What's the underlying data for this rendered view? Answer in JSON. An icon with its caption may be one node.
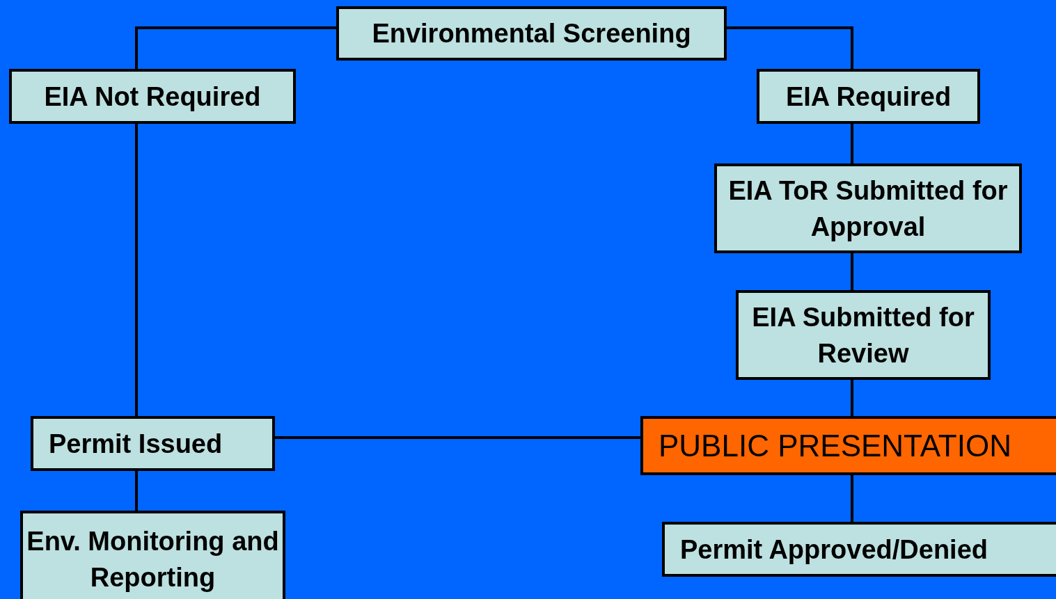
{
  "diagram": {
    "nodes": [
      {
        "text": [
          "Environmental Screening"
        ]
      },
      {
        "text": [
          "EIA Not Required"
        ]
      },
      {
        "text": [
          "EIA Required"
        ]
      },
      {
        "text": [
          "EIA ToR Submitted for Approval"
        ]
      },
      {
        "text": [
          "EIA Submitted for Review"
        ]
      },
      {
        "text": [
          "Permit Issued"
        ]
      },
      {
        "text": [
          "PUBLIC PRESENTATION"
        ]
      },
      {
        "text": [
          "Permit Approved/Denied"
        ]
      },
      {
        "text": [
          "Env. Monitoring and Reporting"
        ]
      }
    ],
    "edges": [
      {
        "from": 0,
        "to": 1,
        "arrow": "none"
      },
      {
        "from": 0,
        "to": 2,
        "arrow": "none"
      },
      {
        "from": 1,
        "to": 5,
        "arrow": "none"
      },
      {
        "from": 2,
        "to": 3,
        "arrow": "none"
      },
      {
        "from": 3,
        "to": 4,
        "arrow": "none"
      },
      {
        "from": 4,
        "to": 6,
        "arrow": "none"
      },
      {
        "from": 6,
        "to": 5,
        "arrow": "none"
      },
      {
        "from": 5,
        "to": 8,
        "arrow": "none"
      },
      {
        "from": 6,
        "to": 7,
        "arrow": "none"
      }
    ]
  }
}
